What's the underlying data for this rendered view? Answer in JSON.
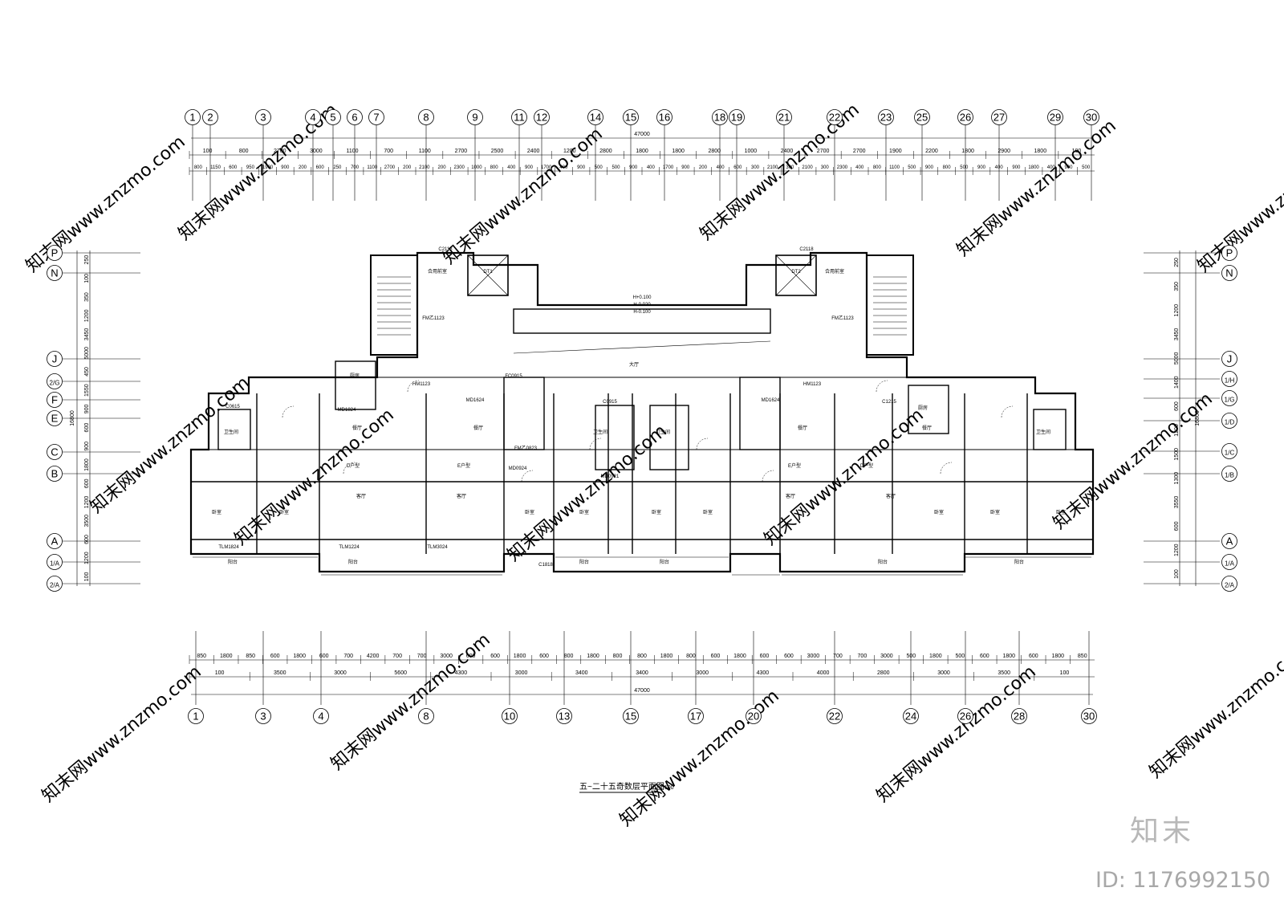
{
  "drawing": {
    "title": "五~二十五奇数层平面图",
    "scale": "1:100"
  },
  "top_axes": [
    "1",
    "2",
    "3",
    "4",
    "5",
    "6",
    "7",
    "8",
    "9",
    "11",
    "12",
    "14",
    "15",
    "16",
    "18",
    "19",
    "21",
    "22",
    "23",
    "25",
    "26",
    "27",
    "29",
    "30"
  ],
  "top_total": "47000",
  "top_dims_row1": [
    "100",
    "800",
    "2700",
    "3000",
    "1100",
    "700",
    "1100",
    "2700",
    "2500",
    "2400",
    "1200",
    "2800",
    "1800",
    "1800",
    "2800",
    "1000",
    "2400",
    "2700",
    "2700",
    "1900",
    "2200",
    "1800",
    "2900",
    "1800",
    "100"
  ],
  "top_dims_row2": [
    "800",
    "1150",
    "600",
    "950",
    "1900",
    "900",
    "200",
    "600",
    "250",
    "700",
    "1100",
    "2700",
    "200",
    "2100",
    "200",
    "2300",
    "1000",
    "800",
    "400",
    "900",
    "1700",
    "400",
    "900",
    "500",
    "500",
    "900",
    "400",
    "1700",
    "900",
    "200",
    "400",
    "600",
    "300",
    "2100",
    "300",
    "2100",
    "300",
    "2300",
    "400",
    "800",
    "1100",
    "500",
    "900",
    "800",
    "500",
    "900",
    "400",
    "900",
    "1800",
    "400",
    "900",
    "500"
  ],
  "bottom_axes": [
    "1",
    "3",
    "4",
    "8",
    "10",
    "13",
    "15",
    "17",
    "20",
    "22",
    "24",
    "26",
    "28",
    "30"
  ],
  "bottom_total": "47000",
  "bottom_dims_row1": [
    "850",
    "1800",
    "850",
    "600",
    "1800",
    "600",
    "700",
    "4200",
    "700",
    "700",
    "3000",
    "600",
    "600",
    "1800",
    "600",
    "800",
    "1800",
    "800",
    "800",
    "1800",
    "800",
    "600",
    "1800",
    "600",
    "600",
    "3000",
    "700",
    "700",
    "3000",
    "500",
    "1800",
    "500",
    "600",
    "1800",
    "600",
    "1800",
    "850"
  ],
  "bottom_dims_row2": [
    "100",
    "3500",
    "3000",
    "5600",
    "4300",
    "3000",
    "3400",
    "3400",
    "3000",
    "4300",
    "4000",
    "2800",
    "3000",
    "3500",
    "100"
  ],
  "left_axes": [
    "P",
    "N",
    "J",
    "2/G",
    "F",
    "E",
    "C",
    "B",
    "A",
    "1/A",
    "2/A"
  ],
  "left_dims": [
    "250",
    "100",
    "350",
    "1200",
    "3450",
    "5000",
    "450",
    "1550",
    "900",
    "600",
    "900",
    "1800",
    "600",
    "1200",
    "3500",
    "600",
    "1200",
    "100",
    "16800"
  ],
  "right_axes": [
    "P",
    "N",
    "J",
    "1/H",
    "1/G",
    "1/D",
    "1/C",
    "1/B",
    "A",
    "1/A",
    "2/A"
  ],
  "right_dims": [
    "250",
    "350",
    "1200",
    "3450",
    "5000",
    "1400",
    "600",
    "1200",
    "1500",
    "1300",
    "3550",
    "600",
    "1200",
    "100",
    "16800"
  ],
  "room_labels": {
    "bedroom": "卧室",
    "living": "客厅",
    "dining": "餐厅",
    "kitchen": "厨房",
    "bath": "卫生间",
    "balcony": "阳台",
    "hall": "大厅",
    "elevator_hall": "合用前室",
    "unit_e": "E户型",
    "unit_d": "D户型",
    "lift1": "DT1",
    "lift2": "DT2"
  },
  "elevations": [
    "H+0.100",
    "H-0.020",
    "H-0.100"
  ],
  "door_tags": [
    "C2118",
    "C2118",
    "FM乙1123",
    "FM乙1123",
    "HM1123",
    "HM1123",
    "MD1624",
    "MD1624",
    "MD1824",
    "MD0924",
    "MD0921",
    "FM乙0823",
    "FC0915",
    "C0915",
    "C0615",
    "TLM1824",
    "TLM3024",
    "TLM1224",
    "C1818",
    "C1215"
  ],
  "watermark_text": "知末网www.znzmo.com",
  "brand": "知末",
  "id_label": "ID: 1176992150"
}
